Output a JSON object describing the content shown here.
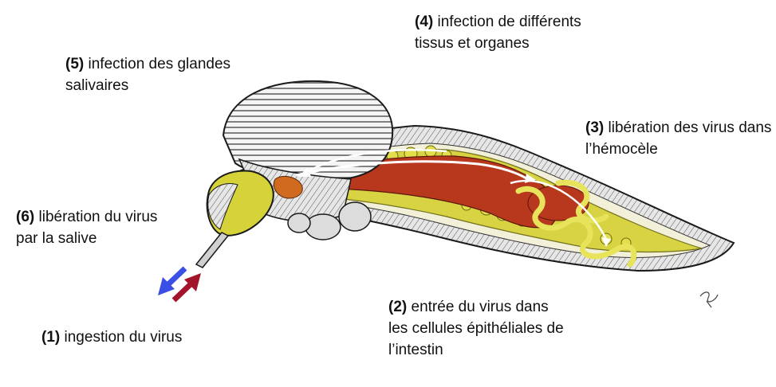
{
  "labels": [
    {
      "id": "1",
      "num": "(1)",
      "text": "ingestion du virus"
    },
    {
      "id": "2",
      "num": "(2)",
      "text": "entrée du virus dans les cellules épithéliales de l’intestin"
    },
    {
      "id": "3",
      "num": "(3)",
      "text": "libération des virus dans l’hémocèle"
    },
    {
      "id": "4",
      "num": "(4)",
      "text": "infection de différents tissus et organes"
    },
    {
      "id": "5",
      "num": "(5)",
      "text": "infection des glandes salivaires"
    },
    {
      "id": "6",
      "num": "(6)",
      "text": "libération du virus par la salive"
    }
  ],
  "colors": {
    "organs_yellow": "#d6d23a",
    "muscle_red": "#b8381e",
    "arrow_blue": "#3a4fe6",
    "arrow_red": "#a3142a",
    "outline": "#1a1a1a"
  }
}
